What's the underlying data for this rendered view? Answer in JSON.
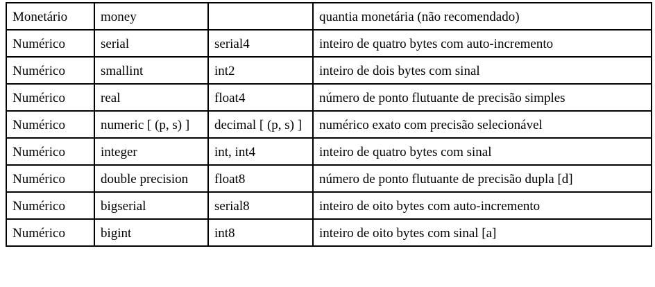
{
  "table": {
    "rows": [
      [
        "Monetário",
        "money",
        "",
        "quantia monetária (não recomendado)"
      ],
      [
        "Numérico",
        "serial",
        "serial4",
        "inteiro de quatro bytes com auto-incremento"
      ],
      [
        "Numérico",
        "smallint",
        "int2",
        "inteiro de dois bytes com sinal"
      ],
      [
        "Numérico",
        "real",
        "float4",
        "número de ponto flutuante de precisão simples"
      ],
      [
        "Numérico",
        "numeric [ (p, s) ]",
        "decimal [ (p, s) ]",
        "numérico exato com precisão selecionável"
      ],
      [
        "Numérico",
        "integer",
        "int, int4",
        "inteiro de quatro bytes com sinal"
      ],
      [
        "Numérico",
        "double precision",
        "float8",
        "número de ponto flutuante de precisão dupla [d]"
      ],
      [
        "Numérico",
        "bigserial",
        "serial8",
        "inteiro de oito bytes com auto-incremento"
      ],
      [
        "Numérico",
        "bigint",
        "int8",
        "inteiro de oito bytes com sinal [a]"
      ]
    ]
  }
}
